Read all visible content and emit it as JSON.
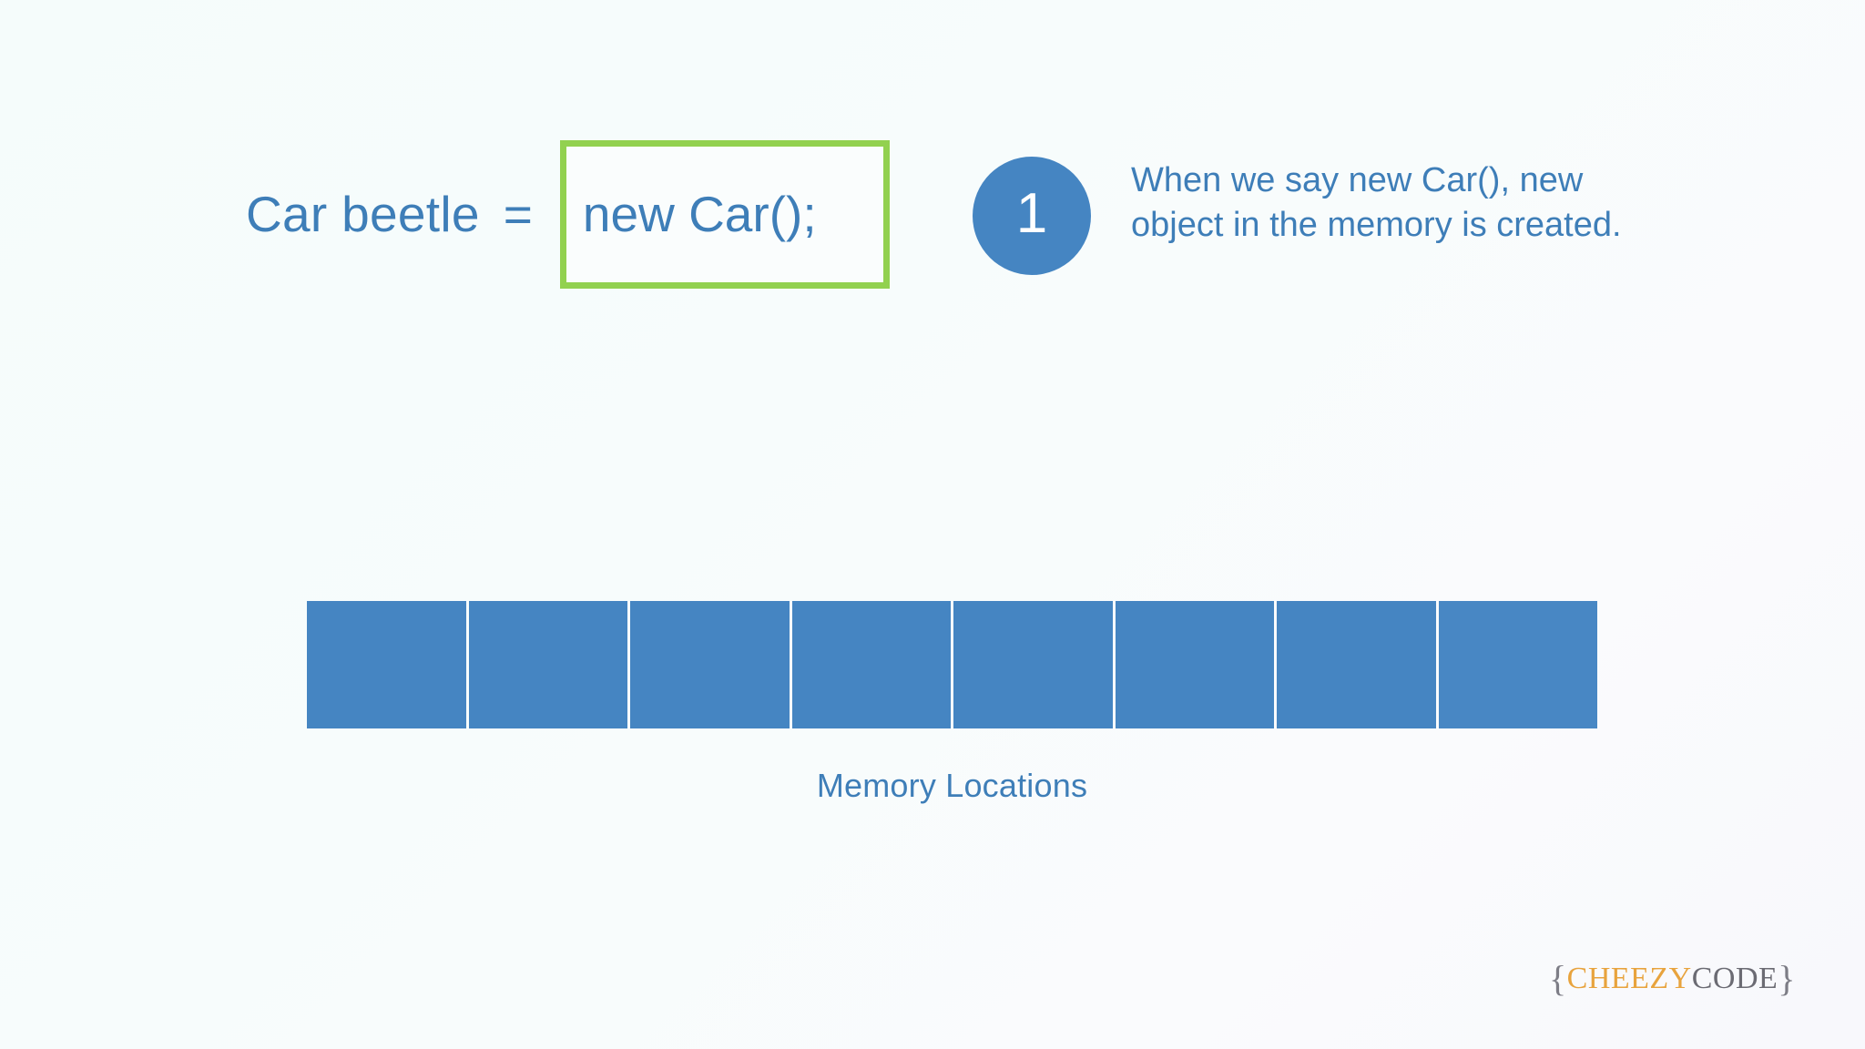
{
  "slide": {
    "background_color": "#f7fcfc",
    "accent_blue": "#3E7EB8",
    "fill_blue": "#4585C2",
    "highlight_green": "#92D14F"
  },
  "code_statement": {
    "declaration": "Car beetle",
    "assignment_operator": "=",
    "expression": "new Car();",
    "highlight_border_color": "#92D14F"
  },
  "callout": {
    "number": "1",
    "badge_color": "#4585C2",
    "text_line_1": "When we say new Car(), new",
    "text_line_2": "object in the memory is created.",
    "text_color": "#3E7EB8"
  },
  "memory": {
    "caption": "Memory Locations",
    "cell_count": 8,
    "cell_color": "#4585C2",
    "cells": [
      "",
      "",
      "",
      "",
      "",
      "",
      "",
      ""
    ]
  },
  "logo": {
    "open_brace": "{",
    "brand_primary": "CHEEZY",
    "brand_secondary": "CODE",
    "close_brace": "}",
    "primary_color": "#E8A33D",
    "secondary_color": "#6B6B73"
  }
}
